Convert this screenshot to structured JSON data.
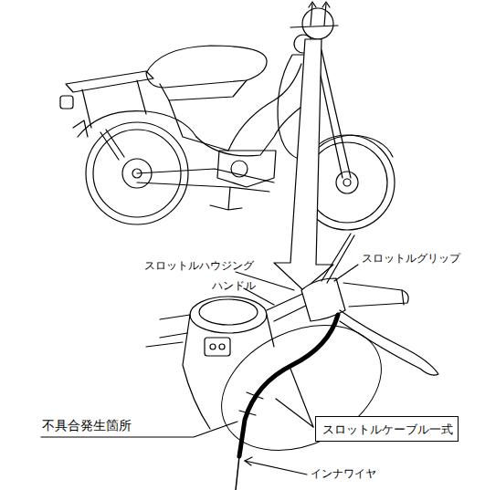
{
  "diagram": {
    "nodes": [
      {
        "text": [
          "スロットルケーブル一式"
        ]
      }
    ],
    "labels": [
      "スロットルハウジング",
      "スロットルグリップ",
      "ハンドル",
      "不具合発生箇所",
      "インナワイヤ"
    ]
  }
}
